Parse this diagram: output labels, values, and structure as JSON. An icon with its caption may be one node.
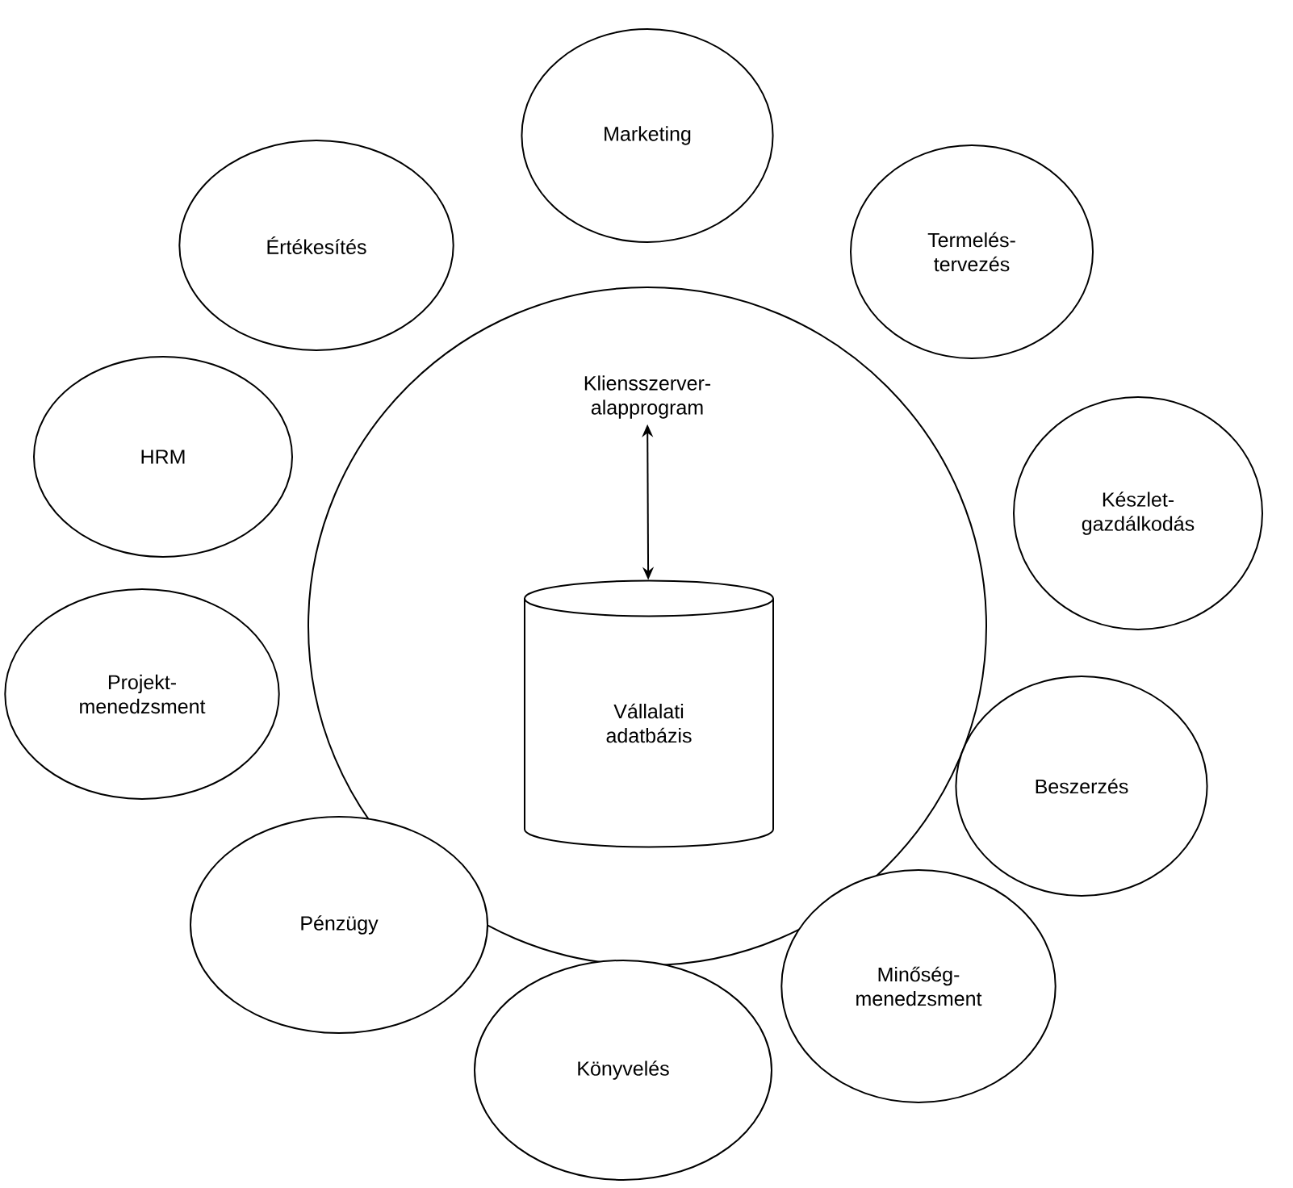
{
  "diagram": {
    "nodes": [
      {
        "text": [],
        "shape": "circle"
      },
      {
        "text": [
          "Kliensszerver- alapprogram"
        ],
        "in": 0
      },
      {
        "text": [
          "Vállalati adatbázis"
        ],
        "in": 0
      },
      {
        "text": [
          "Marketing"
        ]
      },
      {
        "text": [
          "Termelés- tervezés"
        ]
      },
      {
        "text": [
          "Készlet- gazdálkodás"
        ]
      },
      {
        "text": [
          "Beszerzés"
        ]
      },
      {
        "text": [
          "Minőség- menedzsment"
        ]
      },
      {
        "text": [
          "Könyvelés"
        ]
      },
      {
        "text": [
          "Pénzügy"
        ]
      },
      {
        "text": [
          "Projekt- menedzsment"
        ]
      },
      {
        "text": [
          "HRM"
        ]
      },
      {
        "text": [
          "Értékesítés"
        ]
      }
    ],
    "edges": [
      {
        "from": 1,
        "to": 2,
        "arrow": "both"
      }
    ]
  }
}
